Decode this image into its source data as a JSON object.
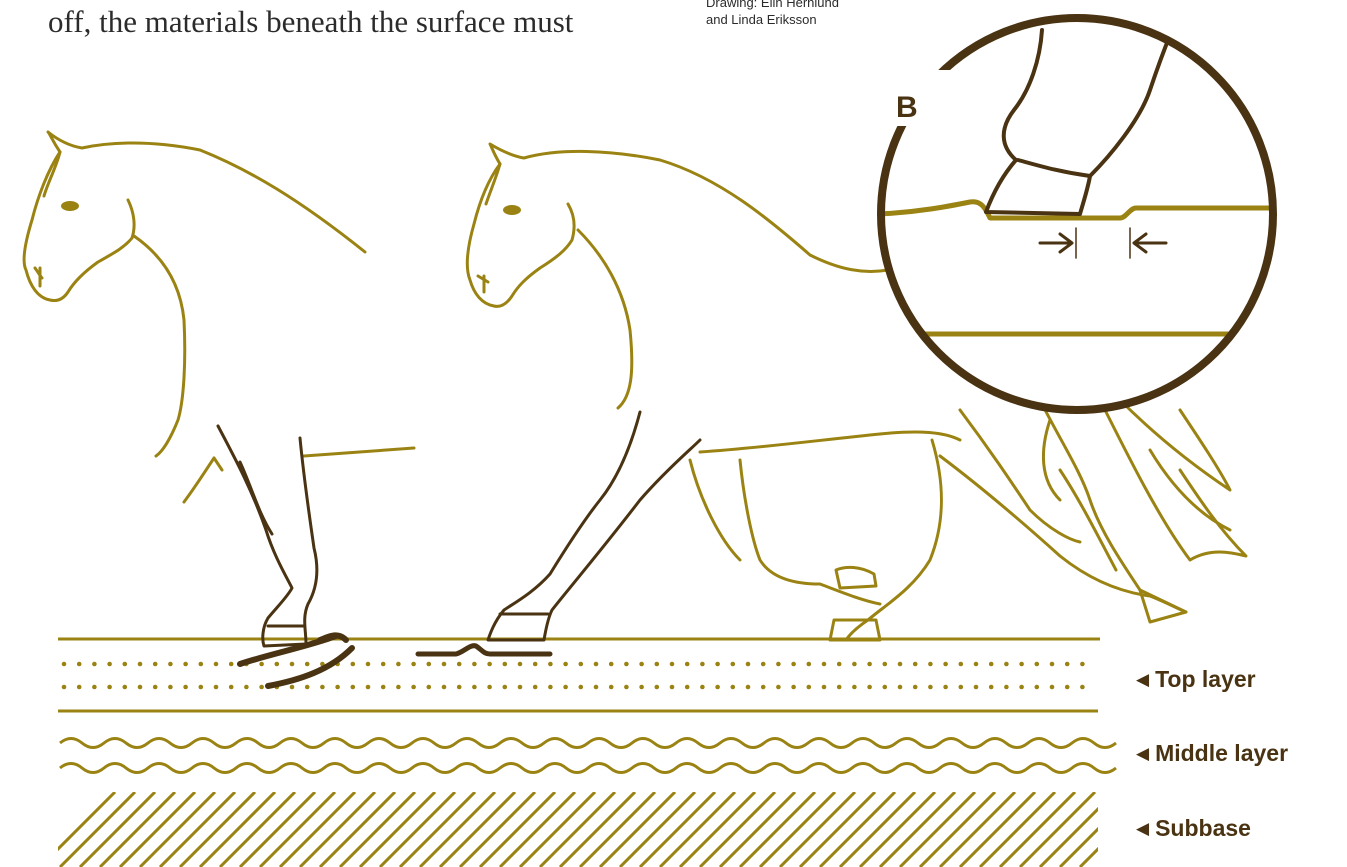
{
  "text": {
    "body_line": "off, the materials beneath the surface must",
    "credit_line1": "Drawing: Elin Hernlund",
    "credit_line2": "and Linda Eriksson",
    "panel_label": "B"
  },
  "layers": [
    {
      "label": "Top layer",
      "arrow": "◀"
    },
    {
      "label": "Middle layer",
      "arrow": "◀"
    },
    {
      "label": "Subbase",
      "arrow": "◀"
    }
  ],
  "colors": {
    "olive": "#9a8313",
    "dark_brown": "#4a3312",
    "text": "#2b2b2b"
  }
}
